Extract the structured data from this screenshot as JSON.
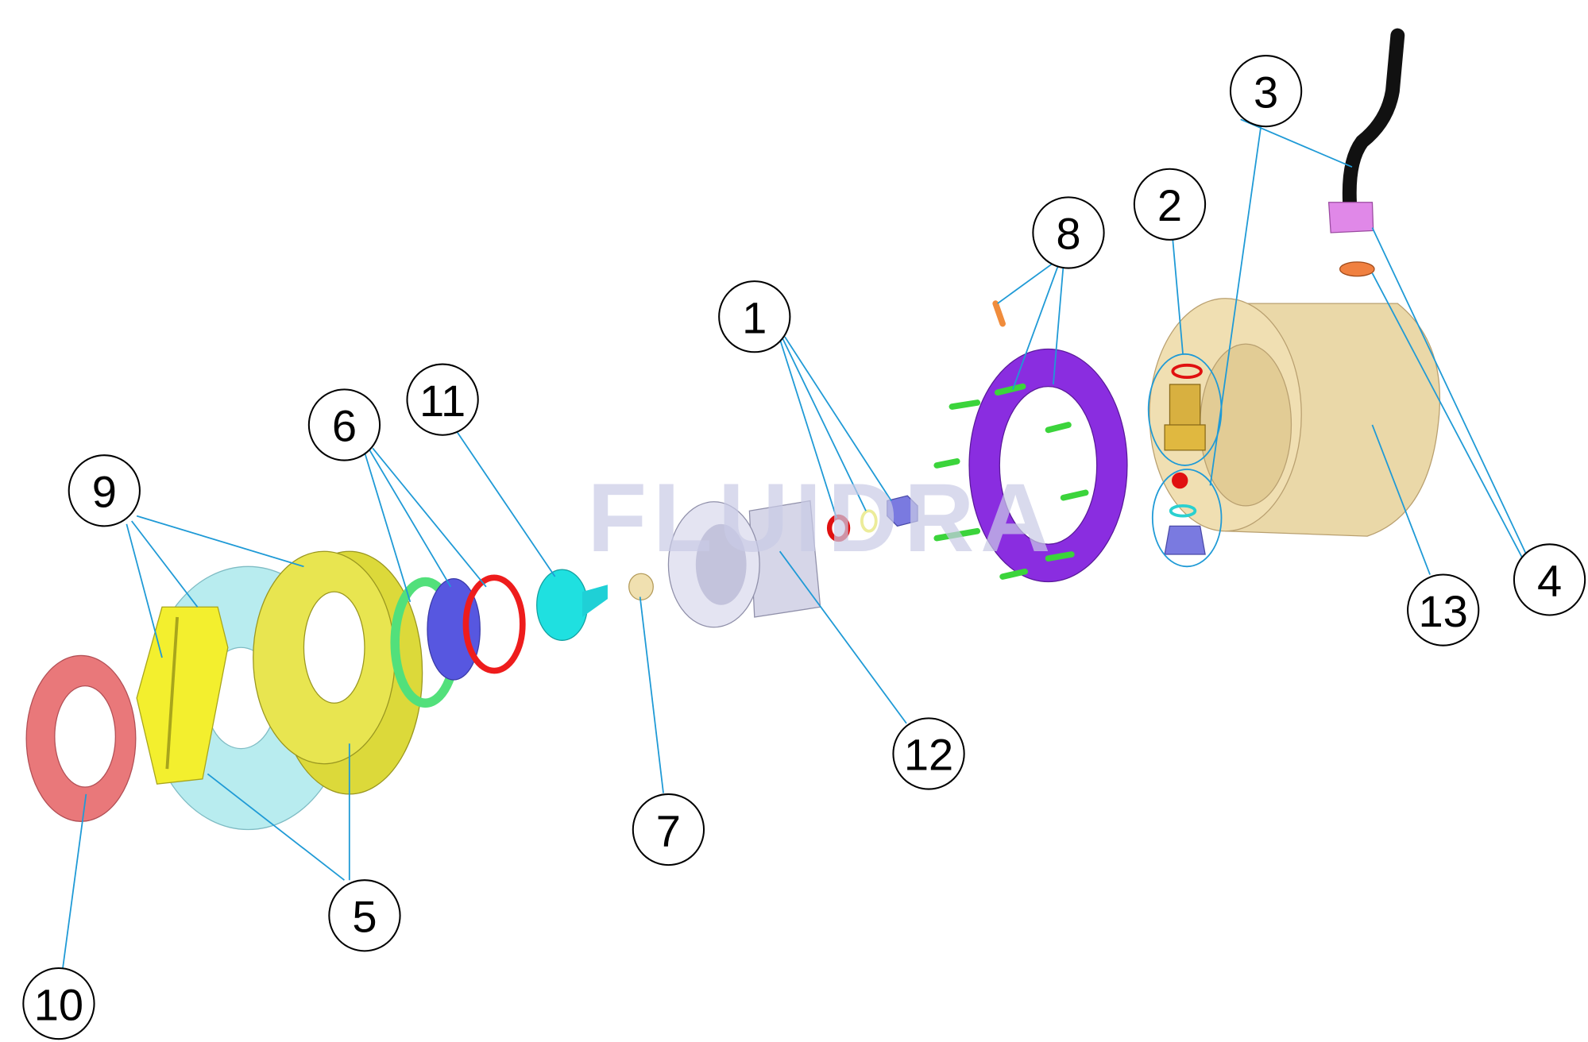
{
  "diagram": {
    "watermark": "FLUIDRA",
    "leader_color": "#1f9ad6",
    "callouts": [
      {
        "id": "1",
        "label": "1"
      },
      {
        "id": "2",
        "label": "2"
      },
      {
        "id": "3",
        "label": "3"
      },
      {
        "id": "4",
        "label": "4"
      },
      {
        "id": "5",
        "label": "5"
      },
      {
        "id": "6",
        "label": "6"
      },
      {
        "id": "7",
        "label": "7"
      },
      {
        "id": "8",
        "label": "8"
      },
      {
        "id": "9",
        "label": "9"
      },
      {
        "id": "10",
        "label": "10"
      },
      {
        "id": "11",
        "label": "11"
      },
      {
        "id": "12",
        "label": "12"
      },
      {
        "id": "13",
        "label": "13"
      }
    ]
  }
}
